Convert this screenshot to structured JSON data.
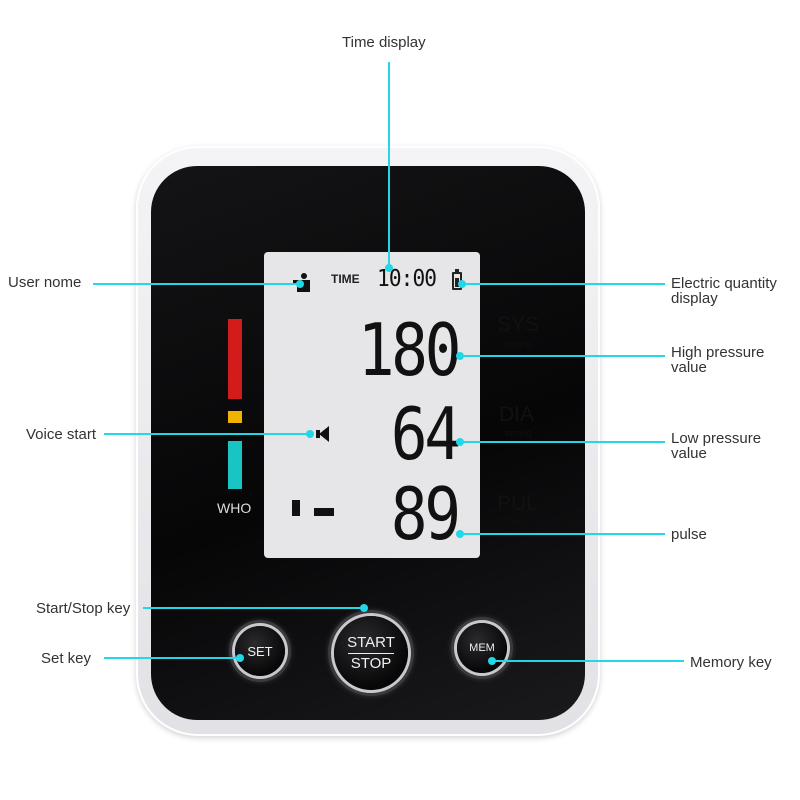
{
  "callouts": {
    "time_display": "Time display",
    "user_nome": "User nome",
    "electric_quantity_line1": "Electric quantity",
    "electric_quantity_line2": "display",
    "high_pressure_line1": "High pressure",
    "high_pressure_line2": "value",
    "voice_start": "Voice start",
    "low_pressure_line1": "Low pressure",
    "low_pressure_line2": "value",
    "pulse": "pulse",
    "start_stop_key": "Start/Stop key",
    "set_key": "Set key",
    "memory_key": "Memory key"
  },
  "lcd": {
    "time_label": "TIME",
    "time_value": "10:00",
    "sys_value": "180",
    "sys_label": "SYS",
    "sys_unit": "mmHg",
    "dia_value": "64",
    "dia_label": "DIA",
    "dia_unit": "mmHg",
    "pul_value": "89",
    "pul_label": "PUL",
    "pul_unit": "/MIN",
    "user_icon": "user-icon",
    "battery_icon": "battery-icon",
    "voice_icon": "speaker-icon"
  },
  "who_scale": {
    "label": "WHO",
    "colors": {
      "high": "#d21c1c",
      "medium": "#f0b400",
      "normal": "#19c4c4"
    }
  },
  "buttons": {
    "set": "SET",
    "start": "START",
    "stop": "STOP",
    "mem": "MEM"
  },
  "colors": {
    "callout": "#22d7e6",
    "device_face": "#0b0b0c",
    "lcd_background": "#e6e6e8"
  }
}
